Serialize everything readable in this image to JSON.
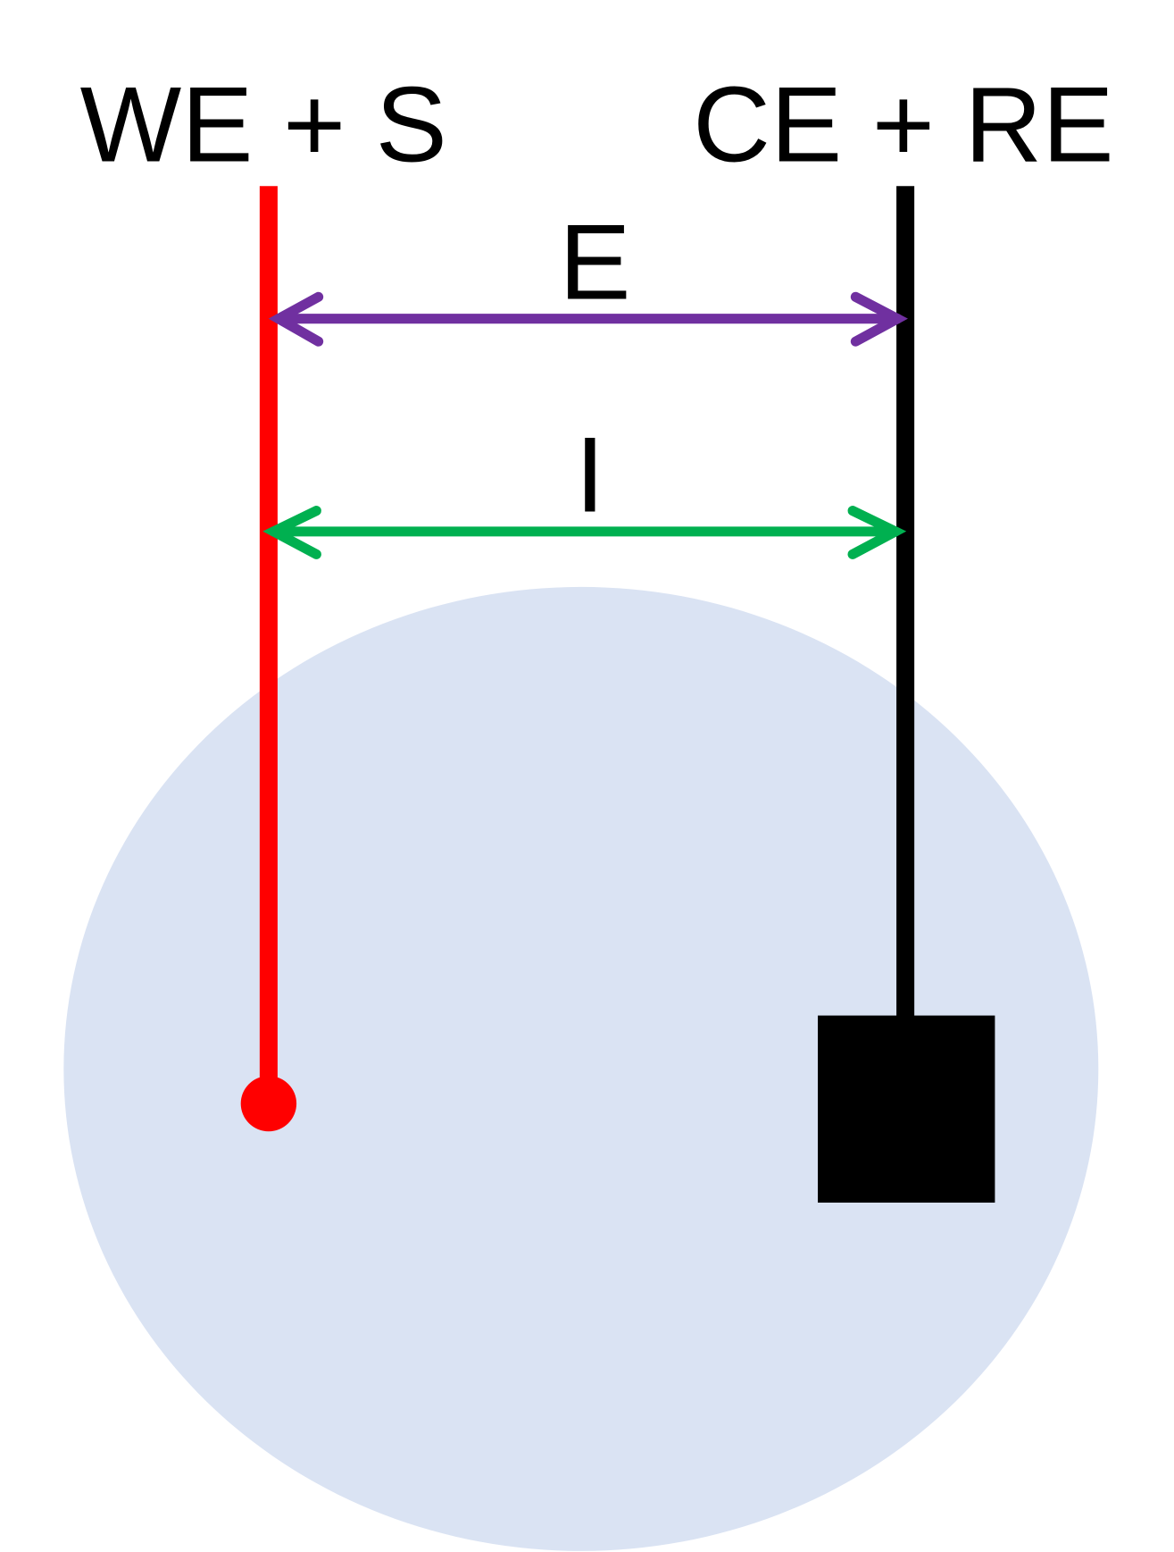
{
  "labels": {
    "left_electrode": "WE + S",
    "right_electrode": "CE + RE",
    "potential": "E",
    "current": "I"
  },
  "colors": {
    "working_electrode": "#ff0000",
    "counter_electrode": "#000000",
    "potential_arrow": "#7030a0",
    "current_arrow": "#00b050",
    "solution": "#dae3f3"
  }
}
